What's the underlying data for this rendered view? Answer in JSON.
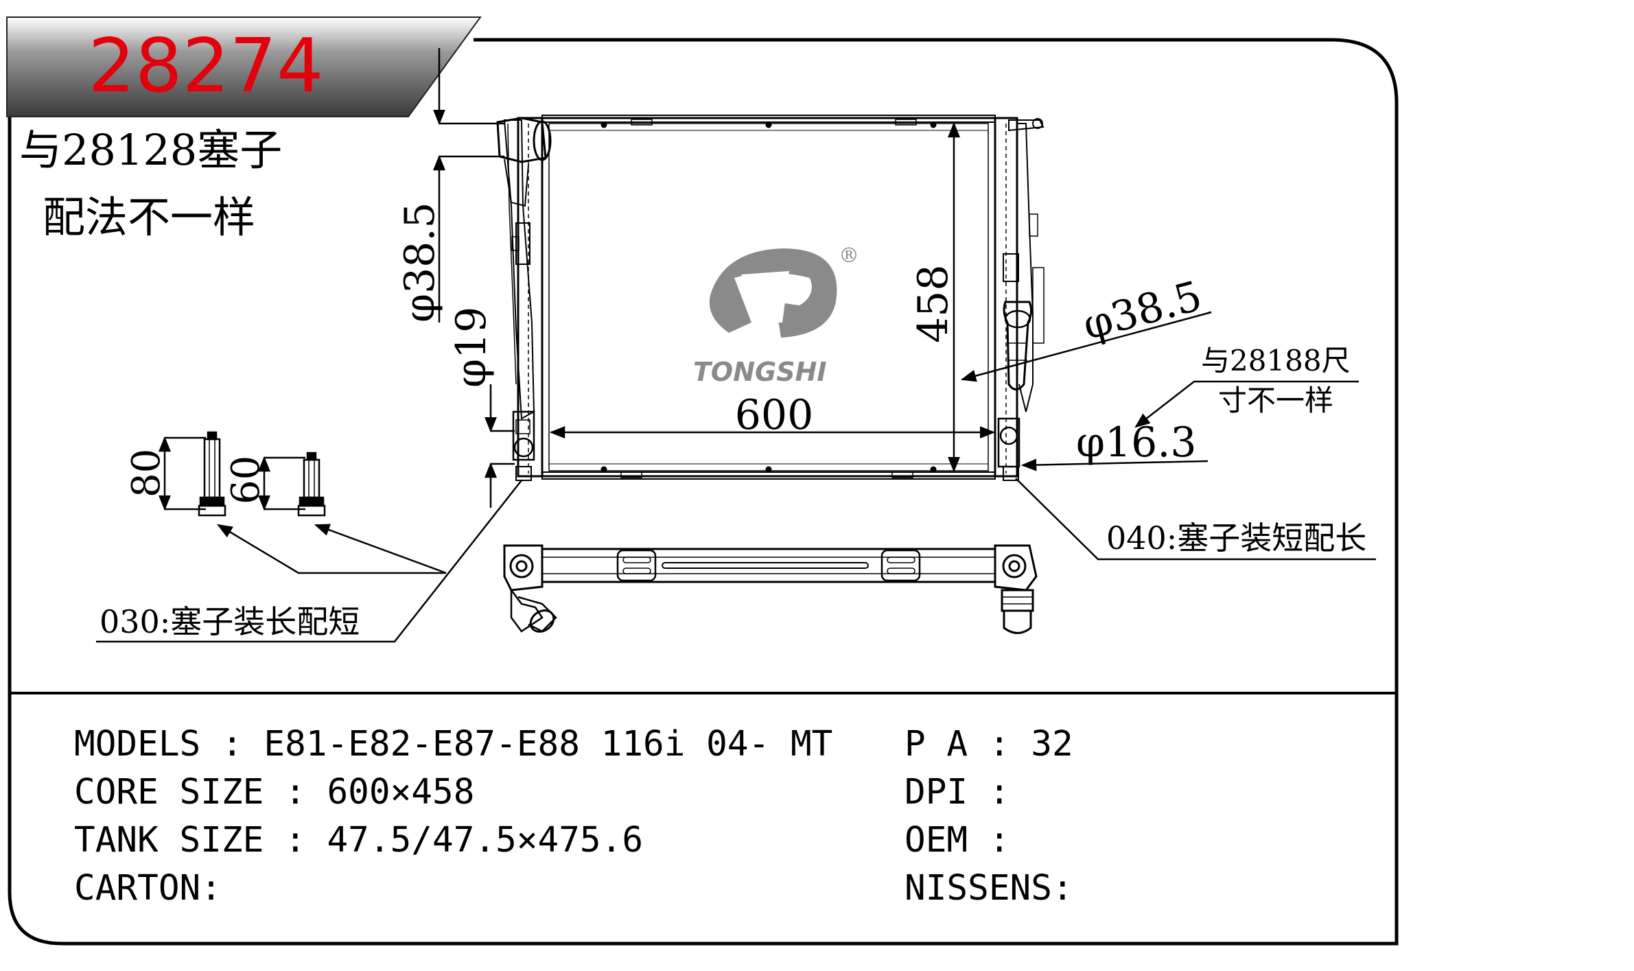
{
  "part_number": "28274",
  "note_top_left": [
    "与28128塞子",
    "配法不一样"
  ],
  "dimensions": {
    "inlet_diameter_left": "φ38.5",
    "small_pipe_left": "φ19",
    "core_height": "458",
    "core_width": "600",
    "inlet_diameter_right": "φ38.5",
    "small_pipe_right": "φ16.3"
  },
  "plug_lengths": {
    "long": "80",
    "short": "60"
  },
  "callouts": {
    "right_note": [
      "与28188尺",
      "寸不一样"
    ],
    "code_040": "040:塞子装短配长",
    "code_030": "030:塞子装长配短"
  },
  "logo": {
    "text": "TONGSHI",
    "registered": "®"
  },
  "specs_left": [
    {
      "label": "MODELS",
      "sep": " : ",
      "value": "E81-E82-E87-E88 116i 04- MT"
    },
    {
      "label": "CORE SIZE",
      "sep": " : ",
      "value": "600×458"
    },
    {
      "label": "TANK SIZE",
      "sep": " : ",
      "value": "47.5/47.5×475.6"
    },
    {
      "label": "CARTON",
      "sep": ":",
      "value": ""
    }
  ],
  "specs_right": [
    {
      "label": "P A",
      "sep": " : ",
      "value": "32"
    },
    {
      "label": "DPI",
      "sep": " :",
      "value": ""
    },
    {
      "label": "OEM",
      "sep": " :",
      "value": ""
    },
    {
      "label": "NISSENS",
      "sep": ":",
      "value": ""
    }
  ],
  "colors": {
    "part_number": "#e3000b",
    "header_band": "#4a4a4a",
    "logo": "#8a8a8a",
    "lines": "#000000"
  }
}
